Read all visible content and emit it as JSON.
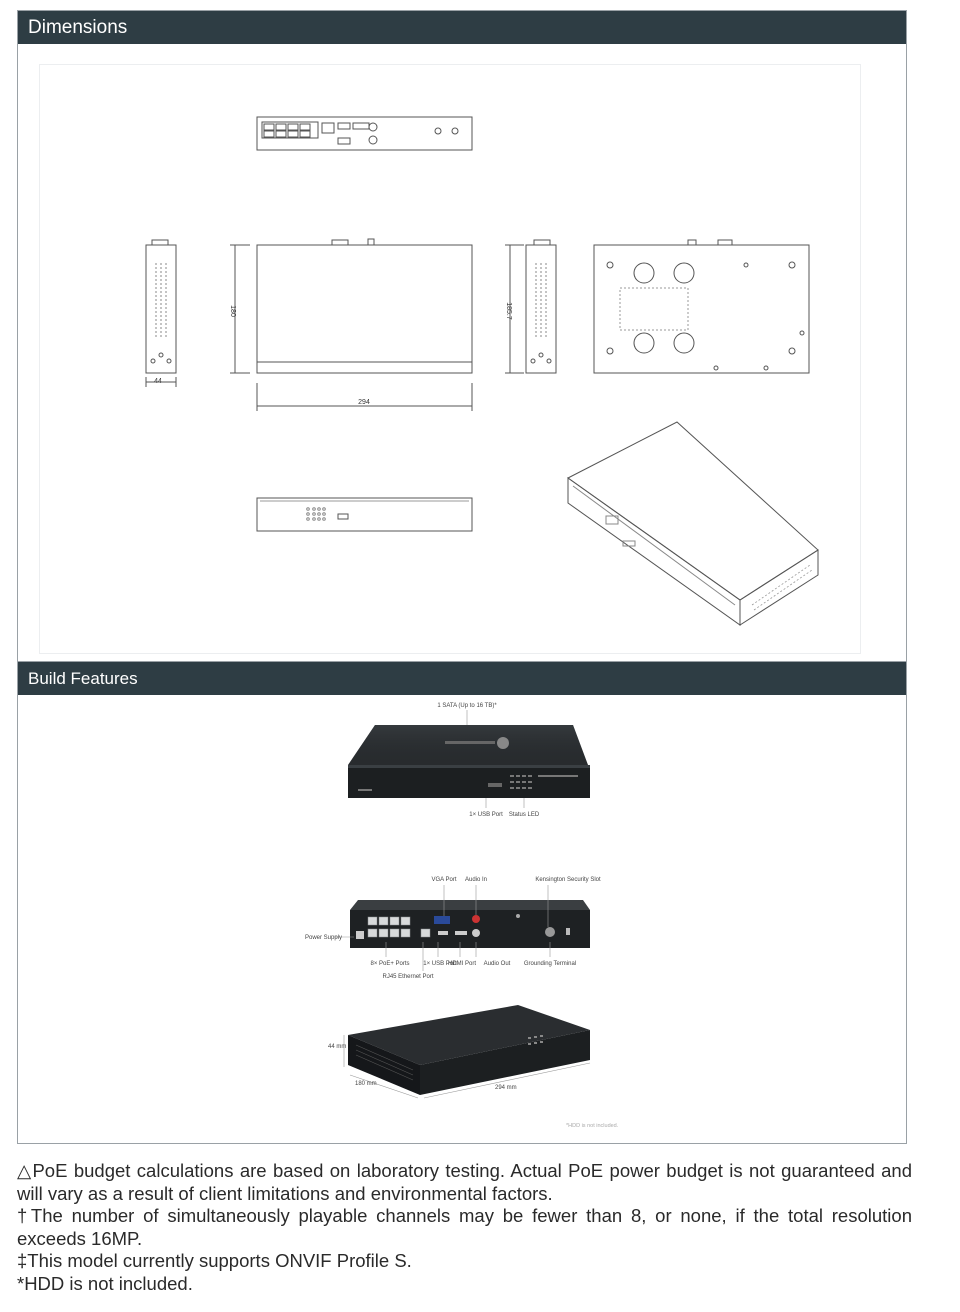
{
  "sections": {
    "dimensions": {
      "title": "Dimensions"
    },
    "build": {
      "title": "Build Features"
    }
  },
  "dimension_labels": {
    "side_width": "44",
    "depth": "180",
    "depth_alt": "185.7",
    "width": "294"
  },
  "build_labels": {
    "sata": "1 SATA (Up to 16 TB)*",
    "usb_front": "1× USB Port",
    "status_led": "Status LED",
    "vga": "VGA Port",
    "audio_in": "Audio In",
    "kensington": "Kensington Security Slot",
    "power": "Power Supply",
    "poe_ports": "8× PoE+ Ports",
    "rj45": "RJ45 Ethernet Port",
    "usb_rear": "1× USB Port",
    "hdmi": "HDMI Port",
    "audio_out": "Audio Out",
    "grounding": "Grounding Terminal",
    "height_dim": "44 mm",
    "depth_dim": "180 mm",
    "width_dim": "294 mm",
    "hdd_note": "*HDD is not included."
  },
  "notes": [
    "△PoE budget calculations are based on laboratory testing. Actual PoE power budget is not guaranteed and will vary as a result of client limitations and environmental factors.",
    "†The number of simultaneously playable channels may be fewer than 8, or none, if the total resolution exceeds 16MP.",
    "‡This model currently supports ONVIF Profile S.",
    "*HDD is not included."
  ]
}
